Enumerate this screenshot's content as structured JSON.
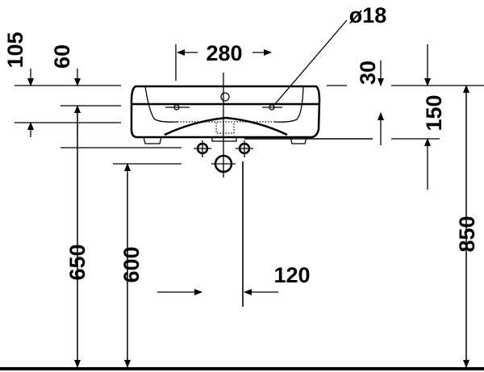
{
  "dimensions": {
    "d105": "105",
    "d60": "60",
    "d280": "280",
    "d18": "ø18",
    "d30": "30",
    "d150": "150",
    "d650": "650",
    "d600": "600",
    "d120": "120",
    "d850": "850"
  }
}
